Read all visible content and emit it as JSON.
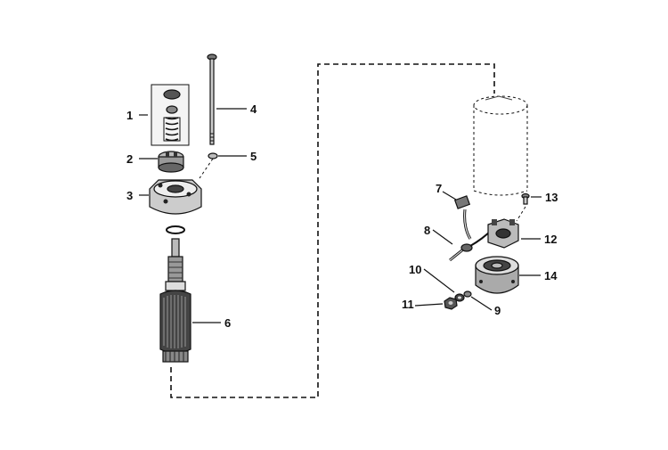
{
  "diagram": {
    "callouts": [
      {
        "id": "1",
        "label": "1"
      },
      {
        "id": "2",
        "label": "2"
      },
      {
        "id": "3",
        "label": "3"
      },
      {
        "id": "4",
        "label": "4"
      },
      {
        "id": "5",
        "label": "5"
      },
      {
        "id": "6",
        "label": "6"
      },
      {
        "id": "7",
        "label": "7"
      },
      {
        "id": "8",
        "label": "8"
      },
      {
        "id": "9",
        "label": "9"
      },
      {
        "id": "10",
        "label": "10"
      },
      {
        "id": "11",
        "label": "11"
      },
      {
        "id": "12",
        "label": "12"
      },
      {
        "id": "13",
        "label": "13"
      },
      {
        "id": "14",
        "label": "14"
      }
    ],
    "colors": {
      "ink": "#111111",
      "paper": "#ffffff",
      "shade": "#555555"
    }
  }
}
